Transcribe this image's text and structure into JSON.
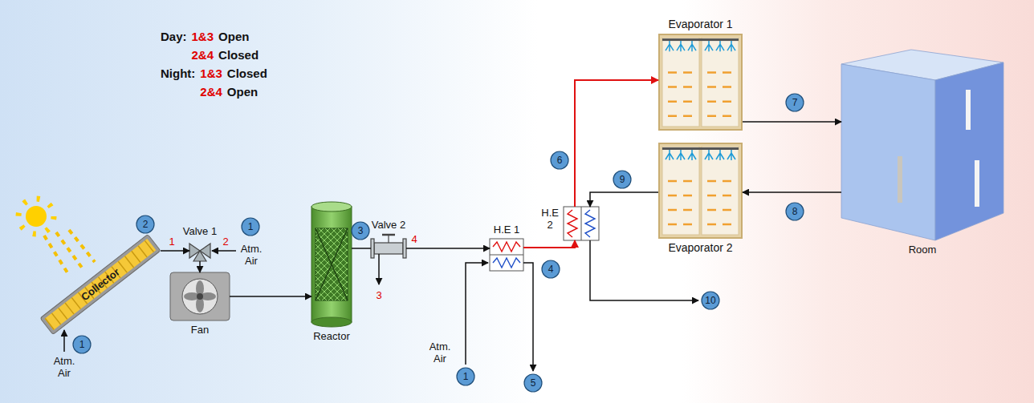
{
  "diagram": {
    "nodes": [
      {
        "text": [
          "Collector"
        ]
      },
      {
        "text": [
          "Valve 1"
        ]
      },
      {
        "text": [
          "Fan"
        ]
      },
      {
        "text": [
          "Reactor"
        ]
      },
      {
        "text": [
          "Valve 2"
        ]
      },
      {
        "text": [
          "H.E 1"
        ]
      },
      {
        "text": [
          "H.E 2"
        ]
      },
      {
        "text": [
          "Evaporator 1"
        ]
      },
      {
        "text": [
          "Evaporator 2"
        ]
      },
      {
        "text": [
          "Room"
        ]
      }
    ],
    "edges": [
      {
        "from": 0,
        "to": 1,
        "arrow": "to"
      },
      {
        "from": 1,
        "to": 2,
        "arrow": "to"
      },
      {
        "from": 2,
        "to": 3,
        "arrow": "to"
      },
      {
        "from": 3,
        "to": 4,
        "arrow": "none"
      },
      {
        "from": 4,
        "to": 5,
        "arrow": "to"
      },
      {
        "from": 5,
        "to": 6,
        "arrow": "to"
      },
      {
        "from": 6,
        "to": 7,
        "arrow": "to"
      },
      {
        "from": 7,
        "to": 9,
        "arrow": "to"
      },
      {
        "from": 9,
        "to": 8,
        "arrow": "to"
      },
      {
        "from": 8,
        "to": 6,
        "arrow": "to"
      }
    ],
    "labels": [
      "Day:",
      "1&3",
      "Open",
      "2&4",
      "Closed",
      "Night:",
      "1&3",
      "Closed",
      "2&4",
      "Open",
      "1",
      "Atm. Air",
      "2",
      "1",
      "2",
      "1",
      "Atm. Air",
      "3",
      "4",
      "3",
      "Atm. Air",
      "1",
      "4",
      "5",
      "6",
      "7",
      "8",
      "9",
      "10"
    ]
  }
}
